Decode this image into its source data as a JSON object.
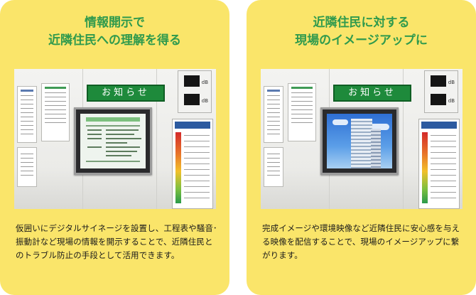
{
  "cards": [
    {
      "title_lines": [
        "情報開示で",
        "近隣住民への理解を得る"
      ],
      "body": "仮囲いにデジタルサイネージを設置し、工程表や騒音･振動計など現場の情報を開示することで、近隣住民とのトラブル防止の手段として活用できます。",
      "photo": {
        "sign_label": "お知らせ",
        "screen_content": "schedule-table"
      }
    },
    {
      "title_lines": [
        "近隣住民に対する",
        "現場のイメージアップに"
      ],
      "body": "完成イメージや環境映像など近隣住民に安心感を与える映像を配信することで、現場のイメージアップに繋がります。",
      "photo": {
        "sign_label": "お知らせ",
        "screen_content": "building-image"
      }
    }
  ],
  "colors": {
    "card_bg": "#fae56a",
    "title_green": "#2f9a4d",
    "sign_green": "#1e8a3b",
    "text": "#1a1a1a"
  }
}
